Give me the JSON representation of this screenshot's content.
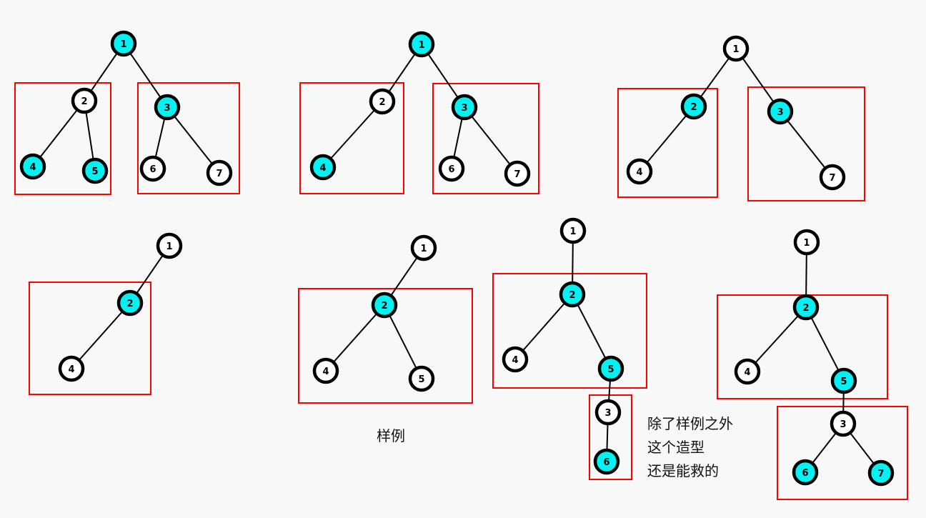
{
  "colors": {
    "highlight": "#00f2f2",
    "plain": "#ffffff",
    "stroke": "#000000",
    "box": "#ff0000",
    "background": "#f8f8f8"
  },
  "trees": [
    {
      "id": "t1",
      "nodes": [
        {
          "label": "1",
          "hl": true
        },
        {
          "label": "2",
          "hl": false
        },
        {
          "label": "3",
          "hl": true
        },
        {
          "label": "4",
          "hl": true
        },
        {
          "label": "5",
          "hl": true
        },
        {
          "label": "6",
          "hl": false
        },
        {
          "label": "7",
          "hl": false
        }
      ],
      "edges": [
        [
          "1",
          "2"
        ],
        [
          "1",
          "3"
        ],
        [
          "2",
          "4"
        ],
        [
          "2",
          "5"
        ],
        [
          "3",
          "6"
        ],
        [
          "3",
          "7"
        ]
      ]
    },
    {
      "id": "t2",
      "nodes": [
        {
          "label": "1",
          "hl": true
        },
        {
          "label": "2",
          "hl": false
        },
        {
          "label": "3",
          "hl": true
        },
        {
          "label": "4",
          "hl": true
        },
        {
          "label": "6",
          "hl": false
        },
        {
          "label": "7",
          "hl": false
        }
      ],
      "edges": [
        [
          "1",
          "2"
        ],
        [
          "1",
          "3"
        ],
        [
          "2",
          "4"
        ],
        [
          "3",
          "6"
        ],
        [
          "3",
          "7"
        ]
      ]
    },
    {
      "id": "t3",
      "nodes": [
        {
          "label": "1",
          "hl": false
        },
        {
          "label": "2",
          "hl": true
        },
        {
          "label": "3",
          "hl": true
        },
        {
          "label": "4",
          "hl": false
        },
        {
          "label": "7",
          "hl": false
        }
      ],
      "edges": [
        [
          "1",
          "2"
        ],
        [
          "1",
          "3"
        ],
        [
          "2",
          "4"
        ],
        [
          "3",
          "7"
        ]
      ]
    },
    {
      "id": "t4",
      "nodes": [
        {
          "label": "1",
          "hl": false
        },
        {
          "label": "2",
          "hl": true
        },
        {
          "label": "4",
          "hl": false
        }
      ],
      "edges": [
        [
          "1",
          "2"
        ],
        [
          "2",
          "4"
        ]
      ]
    },
    {
      "id": "t5",
      "nodes": [
        {
          "label": "1",
          "hl": false
        },
        {
          "label": "2",
          "hl": true
        },
        {
          "label": "4",
          "hl": false
        },
        {
          "label": "5",
          "hl": false
        }
      ],
      "edges": [
        [
          "1",
          "2"
        ],
        [
          "2",
          "4"
        ],
        [
          "2",
          "5"
        ]
      ]
    },
    {
      "id": "t6",
      "nodes": [
        {
          "label": "1",
          "hl": false
        },
        {
          "label": "2",
          "hl": true
        },
        {
          "label": "4",
          "hl": false
        },
        {
          "label": "5",
          "hl": true
        },
        {
          "label": "3",
          "hl": false
        },
        {
          "label": "6",
          "hl": true
        }
      ],
      "edges": [
        [
          "1",
          "2"
        ],
        [
          "2",
          "4"
        ],
        [
          "2",
          "5"
        ],
        [
          "5",
          "3"
        ],
        [
          "3",
          "6"
        ]
      ]
    },
    {
      "id": "t7",
      "nodes": [
        {
          "label": "1",
          "hl": false
        },
        {
          "label": "2",
          "hl": true
        },
        {
          "label": "4",
          "hl": false
        },
        {
          "label": "5",
          "hl": true
        },
        {
          "label": "3",
          "hl": false
        },
        {
          "label": "6",
          "hl": true
        },
        {
          "label": "7",
          "hl": true
        }
      ],
      "edges": [
        [
          "1",
          "2"
        ],
        [
          "2",
          "4"
        ],
        [
          "2",
          "5"
        ],
        [
          "5",
          "3"
        ],
        [
          "3",
          "6"
        ],
        [
          "3",
          "7"
        ]
      ]
    }
  ],
  "captions": {
    "sample": "样例",
    "note_line1": "除了样例之外",
    "note_line2": "这个造型",
    "note_line3": "还是能救的"
  }
}
